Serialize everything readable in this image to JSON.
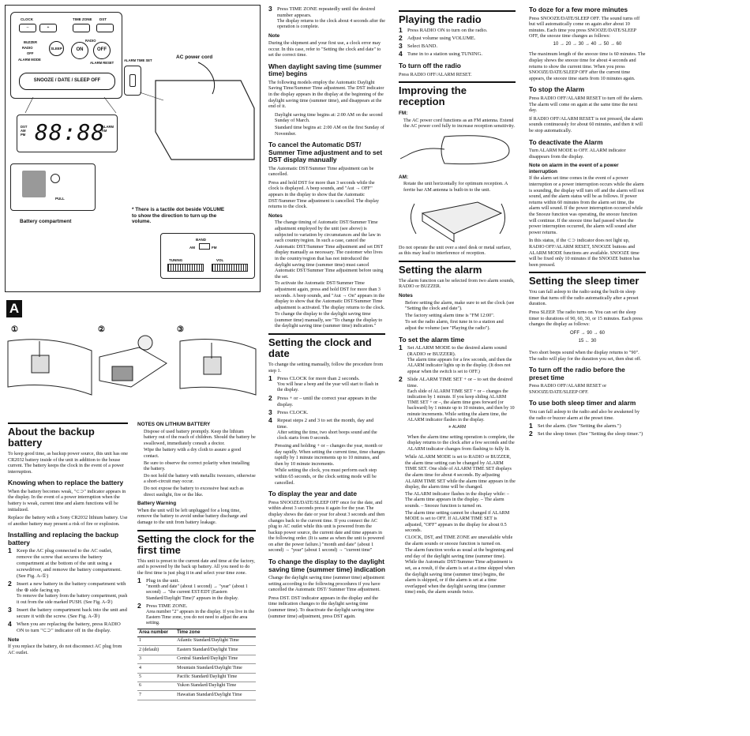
{
  "panel": {
    "clock_label": "CLOCK",
    "timezone_label": "TIME ZONE",
    "dst_label": "DST",
    "buzzer_label": "BUZZER",
    "radio_label": "RADIO",
    "off_label": "OFF",
    "alarm_mode_label": "ALARM MODE",
    "sleep_btn": "SLEEP",
    "on_btn": "ON",
    "off_btn": "OFF",
    "alarm_reset_label": "ALARM RESET",
    "snooze_btn": "SNOOZE / DATE / SLEEP OFF",
    "alarm_time_set_label": "ALARM TIME SET",
    "minus_plus": [
      "–",
      "+"
    ],
    "ac_cord": "AC power cord",
    "display_digits": "88:88",
    "display_left": [
      "DST",
      "AM",
      "PM"
    ],
    "display_right": [
      "ALARM",
      "AM"
    ],
    "pull_label": "PULL",
    "battery_compartment": "Battery compartment",
    "tactile_note": "* There is a tactile dot beside VOLUME to show the direction to turn up the volume.",
    "band": "BAND",
    "am": "AM",
    "fm": "FM",
    "tuning": "TUNING",
    "vol": "VOL",
    "fig_letter": "A",
    "fig_steps": [
      "①",
      "②",
      "③"
    ]
  },
  "col1": {
    "about_title": "About the backup battery",
    "about_p": "To keep good time, as backup power source, this unit has one CR2032 battery inside of the unit in addition to the house current. The battery keeps the clock in the event of a power interruption.",
    "knowing_title": "Knowing when to replace the battery",
    "knowing_p1": "When the battery becomes weak, \"⊂⊃\" indicator appears in the display. In the event of a power interruption when the battery is weak, current time and alarm functions will be initialized.",
    "knowing_p2": "Replace the battery with a Sony CR2032 lithium battery. Use of another battery may present a risk of fire or explosion.",
    "install_title": "Installing and replacing the backup battery",
    "steps": [
      {
        "n": "1",
        "text": "Keep the AC plug connected to the AC outlet, remove the screw that secures the battery compartment at the bottom of the unit using a screwdriver, and remove the battery compartment. (See Fig. A-①)",
        "sub": ""
      },
      {
        "n": "2",
        "text": "Insert a new battery in the battery compartment with the ⊕ side facing up.",
        "sub": "To remove the battery from the battery compartment, push it out from the side marked PUSH. (See Fig. A-②)"
      },
      {
        "n": "3",
        "text": "Insert the battery compartment back into the unit and secure it with the screw. (See Fig. A-③)",
        "sub": ""
      },
      {
        "n": "4",
        "text": "When you are replacing the battery, press RADIO ON to turn \"⊂⊃\" indicator off in the display.",
        "sub": ""
      }
    ],
    "note_title": "Note",
    "note_p": "If you replace the battery, do not disconnect AC plug from AC outlet."
  },
  "col2": {
    "lithium_title": "NOTES ON LITHIUM BATTERY",
    "lithium": [
      "Dispose of used battery promptly. Keep the lithium battery out of the reach of children. Should the battery be swallowed, immediately consult a doctor.",
      "Wipe the battery with a dry cloth to assure a good contact.",
      "Be sure to observe the correct polarity when installing the battery.",
      "Do not hold the battery with metallic tweezers, otherwise a short-circuit may occur.",
      "Do not expose the battery to excessive heat such as direct sunlight, fire or the like."
    ],
    "warning_title": "Battery Warning",
    "warning_p": "When the unit will be left unplugged for a long time, remove the battery to avoid undue battery discharge and damage to the unit from battery leakage.",
    "setclock_title": "Setting the clock for the first time",
    "setclock_p": "This unit is preset to the current date and time at the factory, and is powered by the back up battery. All you need to do the first time is just plug it in and select your time zone.",
    "steps": [
      {
        "n": "1",
        "text": "Plug in the unit.",
        "sub": "\"month and date\" (about 1 second) → \"year\" (about 1 second) → \"the current EST/EDT (Eastern Standard/Daylight Time)\" appears in the display."
      },
      {
        "n": "2",
        "text": "Press TIME ZONE.",
        "sub": "Area number \"2\" appears in the display. If you live in the Eastern Time zone, you do not need to adjust the area setting."
      }
    ],
    "table_head": [
      "Area number",
      "Time zone"
    ],
    "table_rows": [
      [
        "1",
        "Atlantic Standard/Daylight Time"
      ],
      [
        "2 (default)",
        "Eastern Standard/Daylight Time"
      ],
      [
        "3",
        "Central Standard/Daylight Time"
      ],
      [
        "4",
        "Mountain Standard/Daylight Time"
      ],
      [
        "5",
        "Pacific Standard/Daylight Time"
      ],
      [
        "6",
        "Yukon Standard/Daylight Time"
      ],
      [
        "7",
        "Hawaiian Standard/Daylight Time"
      ]
    ]
  },
  "col3": {
    "step3": {
      "n": "3",
      "text": "Press TIME ZONE repeatedly until the desired number appears.",
      "sub": "The display returns to the clock about 4 seconds after the operation is complete."
    },
    "note_title": "Note",
    "note_p": "During the shipment and your first use, a clock error may occur. In this case, refer to \"Setting the clock and date\" to set the correct time.",
    "dst_title": "When daylight saving time (summer time) begins",
    "dst_p": "The following models employ the Automatic Daylight Saving Time/Summer Time adjustment. The DST indicator in the display appears in the display at the beginning of the daylight saving time (summer time), and disappears at the end of it.",
    "dst_list": [
      "Daylight saving time begins at: 2:00 AM on the second Sunday of March.",
      "Standard time begins at: 2:00 AM on the first Sunday of November."
    ],
    "cancel_title": "To cancel the Automatic DST/ Summer Time adjustment and to set DST display manually",
    "cancel_p1": "The Automatic DST/Summer Time adjustment can be cancelled.",
    "cancel_p2": "Press and hold DST for more than 3 seconds while the clock is displayed. A beep sounds, and \"Aut → OFF\" appears in the display to show that the Automatic DST/Summer Time adjustment is cancelled. The display returns to the clock.",
    "notes_title": "Notes",
    "notes": [
      "The change timing of Automatic DST/Summer Time adjustment employed by the unit (see above) is subjected to variation by circumstances and the law in each country/region. In such a case, cancel the Automatic DST/Summer Time adjustment and set DST display manually as necessary. The customer who lives in the country/region that has not introduced the daylight saving time (summer time) must cancel Automatic DST/Summer Time adjustment before using the set.",
      "To activate the Automatic DST/Summer Time adjustment again, press and hold DST for more than 3 seconds. A beep sounds, and \"Aut → On\" appears in the display to show that the Automatic DST/Summer Time adjustment is activated. The display returns to the clock.",
      "To change the display to the daylight saving time (summer time) manually, see \"To change the display to the daylight saving time (summer time) indication.\""
    ],
    "setdate_title": "Setting the clock and date",
    "setdate_p": "To change the setting manually, follow the procedure from step 1.",
    "steps": [
      {
        "n": "1",
        "text": "Press CLOCK for more than 2 seconds.",
        "sub": "You will hear a beep and the year will start to flash in the display."
      },
      {
        "n": "2",
        "text": "Press + or – until the correct year appears in the display.",
        "sub": ""
      },
      {
        "n": "3",
        "text": "Press CLOCK.",
        "sub": ""
      },
      {
        "n": "4",
        "text": "Repeat steps 2 and 3 to set the month, day and time.",
        "sub": "After setting the time, two short beeps sound and the clock starts from 0 seconds."
      }
    ],
    "tips": [
      "Pressing and holding + or – changes the year, month or day rapidly. When setting the current time, time changes rapidly by 1 minute increments up to 10 minutes, and then by 10 minute increments.",
      "While setting the clock, you must perform each step within 65 seconds, or the clock setting mode will be cancelled."
    ],
    "year_title": "To display the year and date",
    "year_p": "Press SNOOZE/DATE/SLEEP OFF once for the date, and within about 3 seconds press it again for the year. The display shows the date or year for about 3 seconds and then changes back to the current time. If you connect the AC plug to AC outlet while this unit is powered from the backup power source, the current date and time appears in the following order. (It is same as when the unit is powered on after the power failure.) \"month and date\" (about 1 second) → \"year\" (about 1 second) → \"current time\"",
    "change_title": "To change the display to the daylight saving time (summer time) indication",
    "change_p1": "Change the daylight saving time (summer time) adjustment setting according to the following procedures if you have cancelled the Automatic DST/ Summer Time adjustment.",
    "change_p2": "Press DST. DST indicator appears in the display and the time indication changes to the daylight saving time (summer time). To deactivate the daylight saving time (summer time) adjustment, press DST again."
  },
  "col4": {
    "radio_title": "Playing the radio",
    "radio_steps": [
      {
        "n": "1",
        "text": "Press RADIO ON to turn on the radio."
      },
      {
        "n": "2",
        "text": "Adjust volume using VOLUME."
      },
      {
        "n": "3",
        "text": "Select BAND."
      },
      {
        "n": "4",
        "text": "Tune in to a station using TUNING."
      }
    ],
    "turnoff_title": "To turn off the radio",
    "turnoff_p": "Press RADIO OFF/ALARM RESET.",
    "recept_title": "Improving the reception",
    "fm_label": "FM:",
    "fm_p": "The AC power cord functions as an FM antenna. Extend the AC power cord fully to increase reception sensitivity.",
    "am_label": "AM:",
    "am_p": "Rotate the unit horizontally for optimum reception. A ferrite bar AM antenna is built-in to the unit.",
    "steel_p": "Do not operate the unit over a steel desk or metal surface, as this may lead to interference of reception.",
    "alarm_title": "Setting the alarm",
    "alarm_p": "The alarm function can be selected from two alarm sounds, RADIO or BUZZER.",
    "notes_title": "Notes",
    "notes": [
      "Before setting the alarm, make sure to set the clock (see \"Setting the clock and date\").",
      "The factory setting alarm time is \"FM 12:00\".",
      "To set the radio alarm, first tune in to a station and adjust the volume (see \"Playing the radio\")."
    ],
    "settime_title": "To set the alarm time",
    "steps": [
      {
        "n": "1",
        "text": "Set ALARM MODE to the desired alarm sound (RADIO or BUZZER).",
        "sub": "The alarm time appears for a few seconds, and then the ALARM indicator lights up in the display. (It does not appear when the switch is set to OFF.)"
      },
      {
        "n": "2",
        "text": "Slide ALARM TIME SET + or – to set the desired time.",
        "sub": "Each slide of ALARM TIME SET + or – changes the indication by 1 minute. If you keep sliding ALARM TIME SET + or –, the alarm time goes forward (or backward) by 1 minute up to 10 minutes, and then by 10 minute increments. While setting the alarm time, the ALARM indicator flashes in the display."
      }
    ],
    "after_p": "When the alarm time setting operation is complete, the display returns to the clock after a few seconds and the ALARM indicator changes from flashing to fully lit.",
    "bullets": [
      "While ALARM MODE is set to RADIO or BUZZER, the alarm time setting can be changed by ALARM TIME SET. One slide of ALARM TIME SET displays the alarm time for about 4 seconds. By adjusting ALARM TIME SET while the alarm time appears in the display, the alarm time will be changed.",
      "The ALARM indicator flashes in the display while: – The alarm time appears in the display. – The alarm sounds. – Snooze function is turned on.",
      "The alarm time setting cannot be changed if ALARM MODE is set to OFF. If ALARM TIME SET is adjusted, \"OFF\" appears in the display for about 0.5 seconds.",
      "CLOCK, DST, and TIME ZONE are unavailable while the alarm sounds or snooze function is turned on.",
      "The alarm function works as usual at the beginning and end day of the daylight saving time (summer time). While the Automatic DST/Summer Time adjustment is set, as a result, if the alarm is set at a time skipped when the daylight saving time (summer time) begins, the alarm is skipped, or if the alarm is set at a time overlapped when the daylight saving time (summer time) ends, the alarm sounds twice."
    ],
    "alarm_icon": "ALARM"
  },
  "col5": {
    "doze_title": "To doze for a few more minutes",
    "doze_p1": "Press SNOOZE/DATE/SLEEP OFF. The sound turns off but will automatically come on again after about 10 minutes. Each time you press SNOOZE/DATE/SLEEP OFF, the snooze time changes as follows:",
    "snooze_seq": "10 → 20 → 30 → 40 → 50 → 60",
    "doze_p2": "The maximum length of the snooze time is 60 minutes. The display shows the snooze time for about 4 seconds and returns to show the current time. When you press SNOOZE/DATE/SLEEP OFF after the current time appears, the snooze time starts from 10 minutes again.",
    "stop_title": "To stop the Alarm",
    "stop_p1": "Press RADIO OFF/ALARM RESET to turn off the alarm. The alarm will come on again at the same time the next day.",
    "stop_p2": "If RADIO OFF/ALARM RESET is not pressed, the alarm sounds continuously for about 60 minutes, and then it will be stop automatically.",
    "deact_title": "To deactivate the Alarm",
    "deact_p": "Turn ALARM MODE to OFF. ALARM indicator disappears from the display.",
    "power_title": "Note on alarm in the event of a power interruption",
    "power_p1": "If the alarm set time comes in the event of a power interruption or a power interruption occurs while the alarm is sounding, the display will turn off and the alarm will not sound, and the alarm status will be as follows. If power returns within 60 minutes from the alarm set time, the alarm will sound. If the power interruption occurred while the Snooze function was operating, the snooze function will continue. If the snooze time had passed when the power interruption occurred, the alarm will sound after power returns.",
    "power_p2": "In this status, if the ⊂⊃ indicator does not light up, RADIO OFF/ALARM RESET, SNOOZE buttons and ALARM MODE functions are available. SNOOZE time will be fixed only 10 minutes if the SNOOZE button has been pressed.",
    "sleep_title": "Setting the sleep timer",
    "sleep_p1": "You can fall asleep to the radio using the built-in sleep timer that turns off the radio automatically after a preset duration.",
    "sleep_p2": "Press SLEEP. The radio turns on. You can set the sleep timer to durations of 90, 60, 30, or 15 minutes. Each press changes the display as follows:",
    "sleep_seq1": "OFF → 90 → 60",
    "sleep_seq2": "15 ← 30",
    "sleep_p3": "Two short beeps sound when the display returns to \"90\". The radio will play for the duration you set, then shut off.",
    "preset_title": "To turn off the radio before the preset time",
    "preset_p": "Press RADIO OFF/ALARM RESET or SNOOZE/DATE/SLEEP OFF.",
    "both_title": "To use both sleep timer and alarm",
    "both_p": "You can fall asleep to the radio and also be awakened by the radio or buzzer alarm at the preset time.",
    "steps": [
      {
        "n": "1",
        "text": "Set the alarm. (See \"Setting the alarm.\")"
      },
      {
        "n": "2",
        "text": "Set the sleep timer. (See \"Setting the sleep timer.\")"
      }
    ]
  }
}
